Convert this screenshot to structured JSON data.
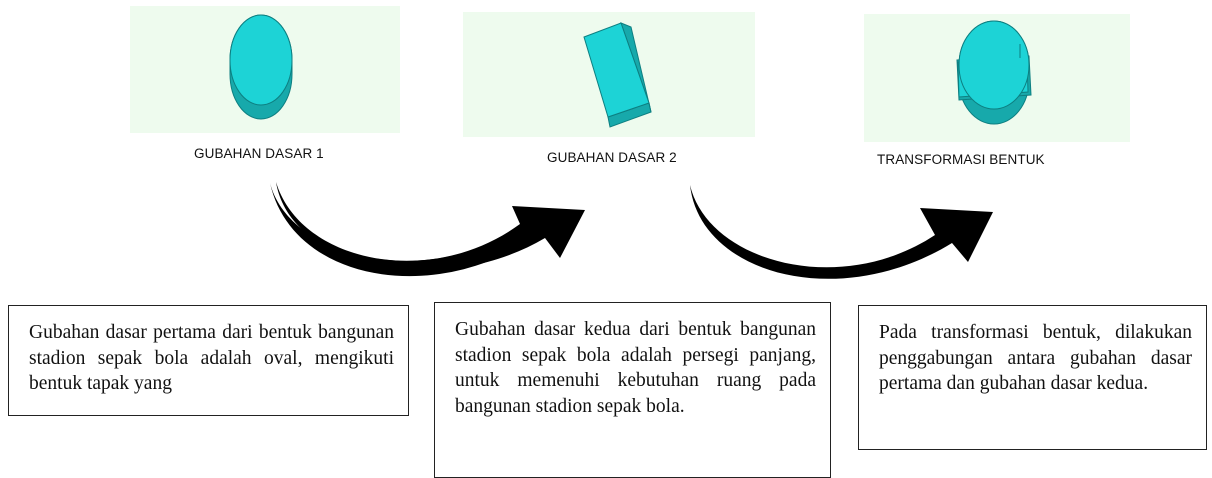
{
  "stages": [
    {
      "label": "GUBAHAN DASAR 1",
      "shape_icon": "oval-prism-icon"
    },
    {
      "label": "GUBAHAN DASAR 2",
      "shape_icon": "rectangular-prism-icon"
    },
    {
      "label": "TRANSFORMASI BENTUK",
      "shape_icon": "combined-shape-icon"
    }
  ],
  "descriptions": [
    "Gubahan dasar pertama dari bentuk bangunan stadion sepak bola adalah oval, mengikuti bentuk tapak yang",
    "Gubahan dasar kedua dari bentuk bangunan stadion sepak bola adalah persegi panjang, untuk memenuhi kebutuhan ruang pada bangunan stadion sepak bola.",
    "Pada transformasi bentuk, dilakukan penggabungan antara gubahan dasar pertama dan gubahan dasar kedua."
  ],
  "colors": {
    "panel_bg": "#eefbee",
    "shape_top": "#1dd3d6",
    "shape_side": "#17a9ab",
    "arrow": "#000000"
  }
}
